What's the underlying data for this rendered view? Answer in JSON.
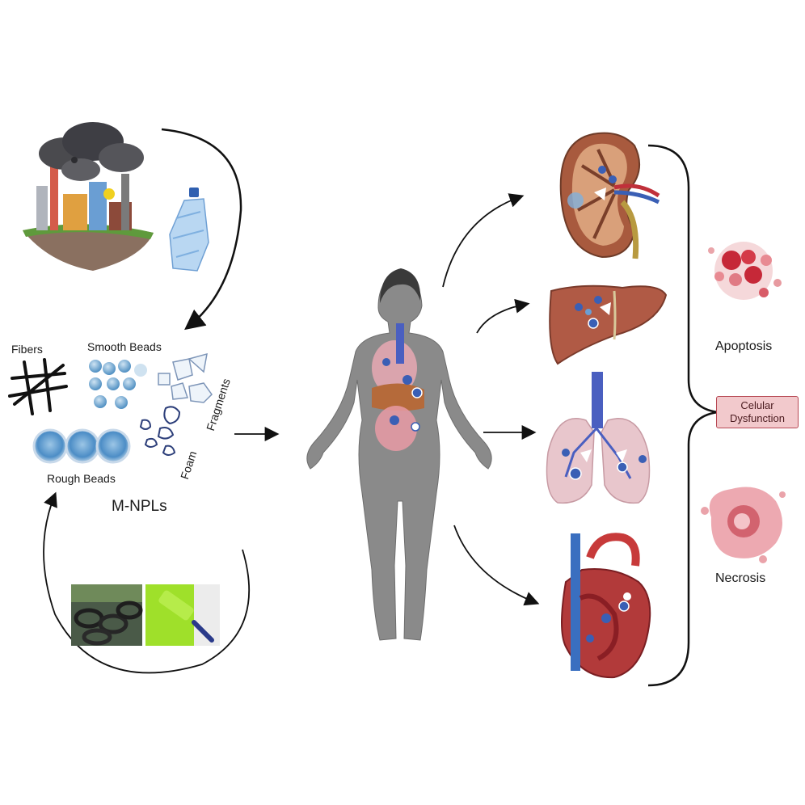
{
  "particles": {
    "fibers": "Fibers",
    "smooth_beads": "Smooth Beads",
    "fragments": "Fragments",
    "foam": "Foam",
    "rough_beads": "Rough Beads",
    "group": "M-NPLs"
  },
  "outcomes": {
    "apoptosis": "Apoptosis",
    "cellular_dysfunction_line1": "Celular",
    "cellular_dysfunction_line2": "Dysfunction",
    "necrosis": "Necrosis"
  },
  "organs": [
    "kidney",
    "liver",
    "lungs",
    "heart"
  ],
  "icons": {
    "sources": [
      "factory-pollution-icon",
      "plastic-bottle-icon",
      "tire-pile-photo",
      "paint-roller-photo"
    ],
    "body": "human-body-icon",
    "cells": [
      "apoptotic-cell-icon",
      "necrotic-cell-icon"
    ]
  }
}
